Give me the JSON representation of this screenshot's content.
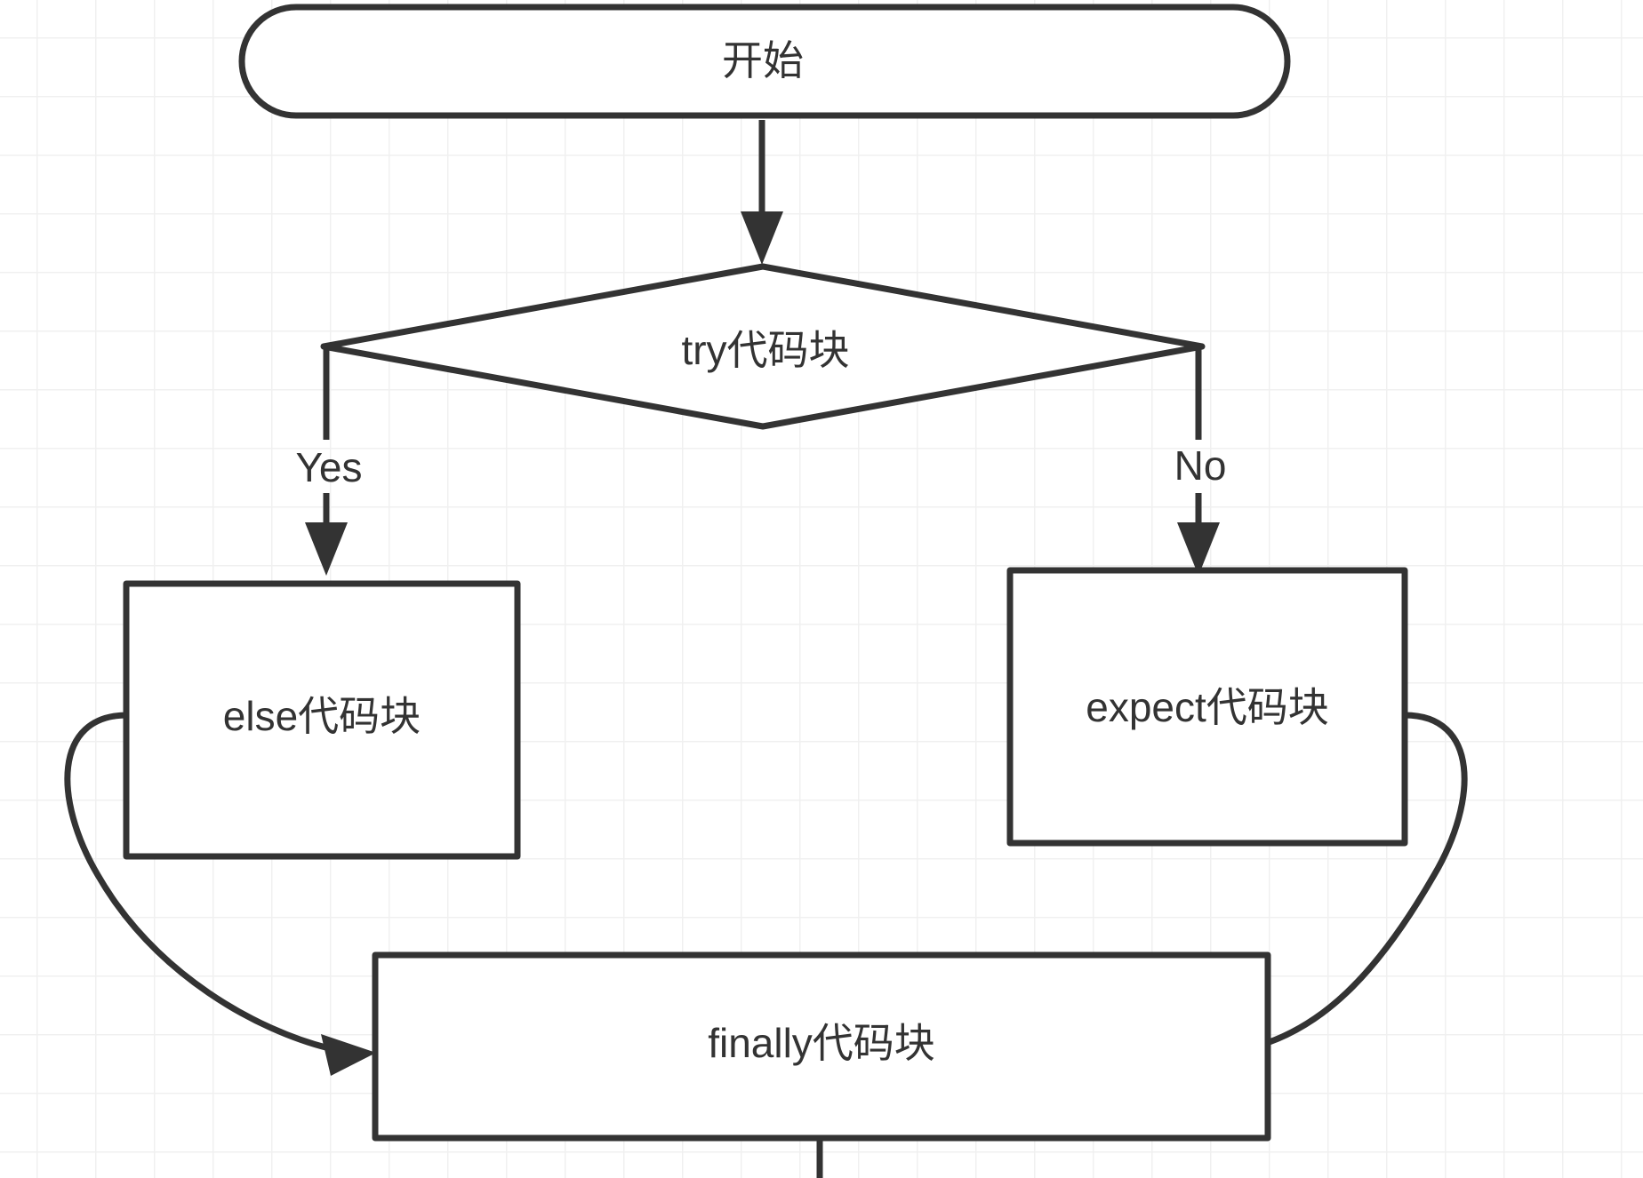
{
  "diagram": {
    "type": "flowchart",
    "direction": "top-down",
    "background": "#ffffff",
    "grid_color": "#f0f0f0",
    "stroke_color": "#333333",
    "node_fill": "#ffffff",
    "nodes": [
      {
        "id": "start",
        "label": "开始",
        "shape": "stadium"
      },
      {
        "id": "try",
        "label": "try代码块",
        "shape": "diamond"
      },
      {
        "id": "else",
        "label": "else代码块",
        "shape": "rectangle"
      },
      {
        "id": "expect",
        "label": "expect代码块",
        "shape": "rectangle"
      },
      {
        "id": "finally",
        "label": "finally代码块",
        "shape": "rectangle"
      }
    ],
    "edges": [
      {
        "from": "start",
        "to": "try",
        "label": ""
      },
      {
        "from": "try",
        "to": "else",
        "label": "Yes"
      },
      {
        "from": "try",
        "to": "expect",
        "label": "No"
      },
      {
        "from": "else",
        "to": "finally",
        "label": ""
      },
      {
        "from": "expect",
        "to": "finally",
        "label": ""
      },
      {
        "from": "finally",
        "to": "",
        "label": ""
      }
    ]
  }
}
